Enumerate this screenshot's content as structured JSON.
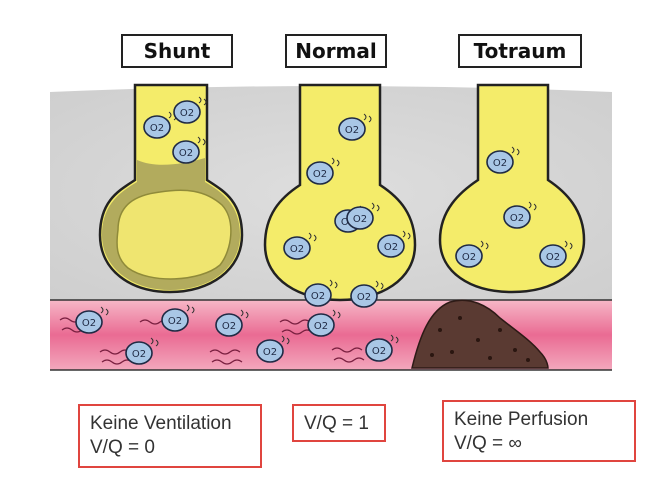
{
  "diagram": {
    "titles": {
      "shunt": "Shunt",
      "normal": "Normal",
      "totraum": "Totraum"
    },
    "labels": {
      "shunt_line1": "Keine Ventilation",
      "shunt_line2": "V/Q = 0",
      "normal_line1": "V/Q = 1",
      "totraum_line1": "Keine Perfusion",
      "totraum_line2": "V/Q = ∞"
    },
    "molecule_text": "O2",
    "colors": {
      "airway_yellow": "#f4ec6a",
      "blood_pink": "#ec6f97",
      "molecule_blue": "#a9c7e6",
      "clot_brown": "#5a3a32",
      "label_border_red": "#e0453f"
    }
  }
}
